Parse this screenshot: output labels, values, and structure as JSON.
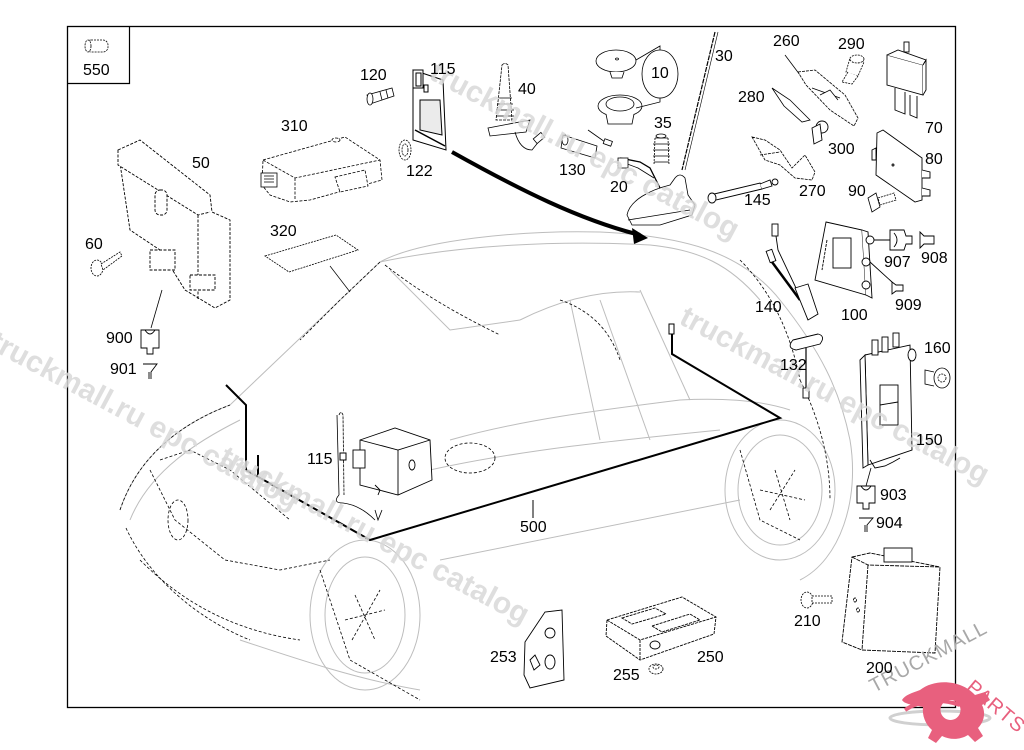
{
  "diagram": {
    "title": "",
    "subject": "Vehicle electrical components – telephone / antenna / control units installation",
    "frame": {
      "inset_callout": "550"
    },
    "callouts": [
      {
        "id": "550",
        "label": "550",
        "part": "sleeve"
      },
      {
        "id": "120",
        "label": "120",
        "part": "clip"
      },
      {
        "id": "115a",
        "label": "115",
        "part": "antenna module"
      },
      {
        "id": "40",
        "label": "40",
        "part": "rod antenna"
      },
      {
        "id": "10",
        "label": "10",
        "part": "speakers (group)"
      },
      {
        "id": "30",
        "label": "30",
        "part": "antenna mast"
      },
      {
        "id": "260",
        "label": "260",
        "part": "bracket"
      },
      {
        "id": "290",
        "label": "290",
        "part": "screw"
      },
      {
        "id": "310",
        "label": "310",
        "part": "control unit"
      },
      {
        "id": "122",
        "label": "122",
        "part": "grommet"
      },
      {
        "id": "35",
        "label": "35",
        "part": "spring"
      },
      {
        "id": "280",
        "label": "280",
        "part": "pad"
      },
      {
        "id": "70",
        "label": "70",
        "part": "relay"
      },
      {
        "id": "50",
        "label": "50",
        "part": "control module"
      },
      {
        "id": "130",
        "label": "130",
        "part": "connector"
      },
      {
        "id": "20",
        "label": "20",
        "part": "roof antenna base"
      },
      {
        "id": "300",
        "label": "300",
        "part": "nut"
      },
      {
        "id": "80",
        "label": "80",
        "part": "control unit"
      },
      {
        "id": "145",
        "label": "145",
        "part": "cable"
      },
      {
        "id": "270",
        "label": "270",
        "part": "bracket"
      },
      {
        "id": "90",
        "label": "90",
        "part": "screw"
      },
      {
        "id": "320",
        "label": "320",
        "part": "pad"
      },
      {
        "id": "60",
        "label": "60",
        "part": "screw"
      },
      {
        "id": "907",
        "label": "907",
        "part": "connector housing"
      },
      {
        "id": "908",
        "label": "908",
        "part": "plug"
      },
      {
        "id": "909",
        "label": "909",
        "part": "plug"
      },
      {
        "id": "140",
        "label": "140",
        "part": "cable"
      },
      {
        "id": "100",
        "label": "100",
        "part": "control unit"
      },
      {
        "id": "900",
        "label": "900",
        "part": "connector housing"
      },
      {
        "id": "901",
        "label": "901",
        "part": "plug"
      },
      {
        "id": "132",
        "label": "132",
        "part": "microphone"
      },
      {
        "id": "160",
        "label": "160",
        "part": "screw"
      },
      {
        "id": "150",
        "label": "150",
        "part": "control unit"
      },
      {
        "id": "115b",
        "label": "115",
        "part": "antenna"
      },
      {
        "id": "903",
        "label": "903",
        "part": "connector housing"
      },
      {
        "id": "904",
        "label": "904",
        "part": "plug"
      },
      {
        "id": "500",
        "label": "500",
        "part": "wiring harness"
      },
      {
        "id": "210",
        "label": "210",
        "part": "screw"
      },
      {
        "id": "253",
        "label": "253",
        "part": "bracket"
      },
      {
        "id": "250",
        "label": "250",
        "part": "control unit"
      },
      {
        "id": "255",
        "label": "255",
        "part": "grommet"
      },
      {
        "id": "200",
        "label": "200",
        "part": "control unit"
      }
    ]
  },
  "watermarks": [
    "truckmall.ru epc catalog",
    "truckmall.ru epc catalog",
    "truckmall.ru epc catalog",
    "truckmall.ru epc catalog"
  ],
  "brand": {
    "logo_text": "TRUCKMALLPARTS",
    "logo_text_part1": "TRUCKMALL",
    "logo_text_part2": "PARTS",
    "accent_color": "#e8607e",
    "text_gray": "#a8a8a8"
  }
}
